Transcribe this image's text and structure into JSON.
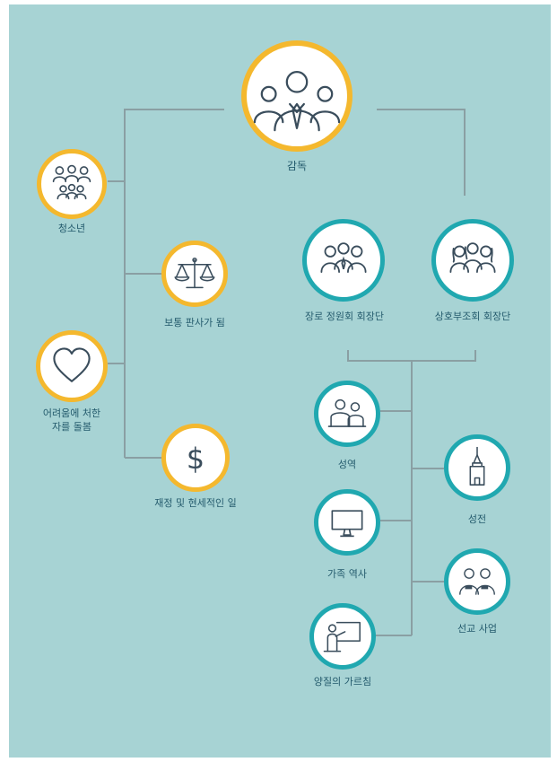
{
  "colors": {
    "background": "#a7d3d4",
    "gold_ring": "#f4b82e",
    "teal_ring": "#20a8b0",
    "line": "#8a9fa3",
    "text": "#245b6d",
    "icon": "#3a4d5c"
  },
  "nodes": {
    "supervise": {
      "label": "감독",
      "icon": "group-of-three-people-icon"
    },
    "youth": {
      "label": "청소년",
      "icon": "youth-group-icon"
    },
    "common_judge": {
      "label": "보통 판사가 됨",
      "icon": "scales-of-justice-icon"
    },
    "care_in_need": {
      "label": "어려움에 처한\n자를 돌봄",
      "icon": "heart-icon"
    },
    "finance": {
      "label": "재정 및 현세적인 일",
      "icon": "dollar-sign-icon"
    },
    "elders_quorum": {
      "label": "장로 정원회 회장단",
      "icon": "elders-group-icon"
    },
    "relief_society": {
      "label": "상호부조회 회장단",
      "icon": "women-group-icon"
    },
    "ministering": {
      "label": "성역",
      "icon": "two-people-icon"
    },
    "temple": {
      "label": "성전",
      "icon": "temple-icon"
    },
    "family_history": {
      "label": "가족 역사",
      "icon": "computer-monitor-icon"
    },
    "missionary": {
      "label": "선교 사업",
      "icon": "missionaries-icon"
    },
    "gospel_teaching": {
      "label": "양질의 가르침",
      "icon": "teacher-at-board-icon"
    }
  }
}
